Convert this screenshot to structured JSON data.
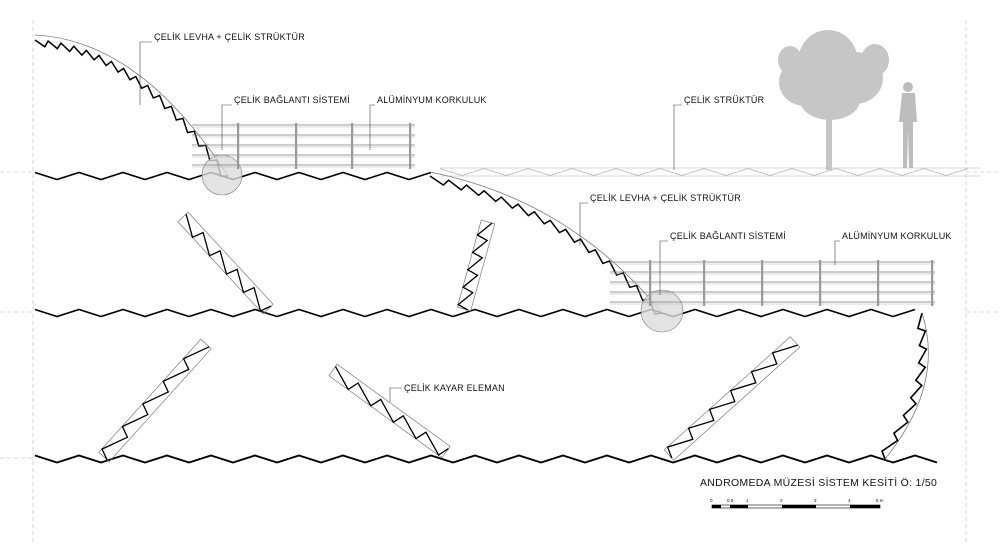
{
  "drawing_title": "ANDROMEDA MÜZESİ SİSTEM KESİTİ Ö: 1/50",
  "labels": {
    "upper_plate": "ÇELİK LEVHA + ÇELİK STRÜKTÜR",
    "upper_connection": "ÇELİK BAĞLANTI SİSTEMİ",
    "upper_railing": "ALÜMİNYUM KORKULUK",
    "right_structure": "ÇELİK STRÜKTÜR",
    "middle_plate": "ÇELİK LEVHA + ÇELİK STRÜKTÜR",
    "middle_connection": "ÇELİK BAĞLANTI SİSTEMİ",
    "middle_railing": "ALÜMİNYUM KORKULUK",
    "sliding_element": "ÇELİK KAYAR ELEMAN"
  },
  "scale_bar": {
    "ticks": [
      "0",
      "0.5",
      "1",
      "2",
      "3",
      "4",
      "5 m"
    ]
  },
  "colors": {
    "line": "#000000",
    "thin_line": "#7a7a7a",
    "guide_line": "#b4b4b4",
    "tree": "#c6c6c6",
    "person": "#bdbdbd",
    "circle_fill": "#dcdcdc"
  },
  "figures": [
    "tree-silhouette",
    "person-silhouette"
  ]
}
